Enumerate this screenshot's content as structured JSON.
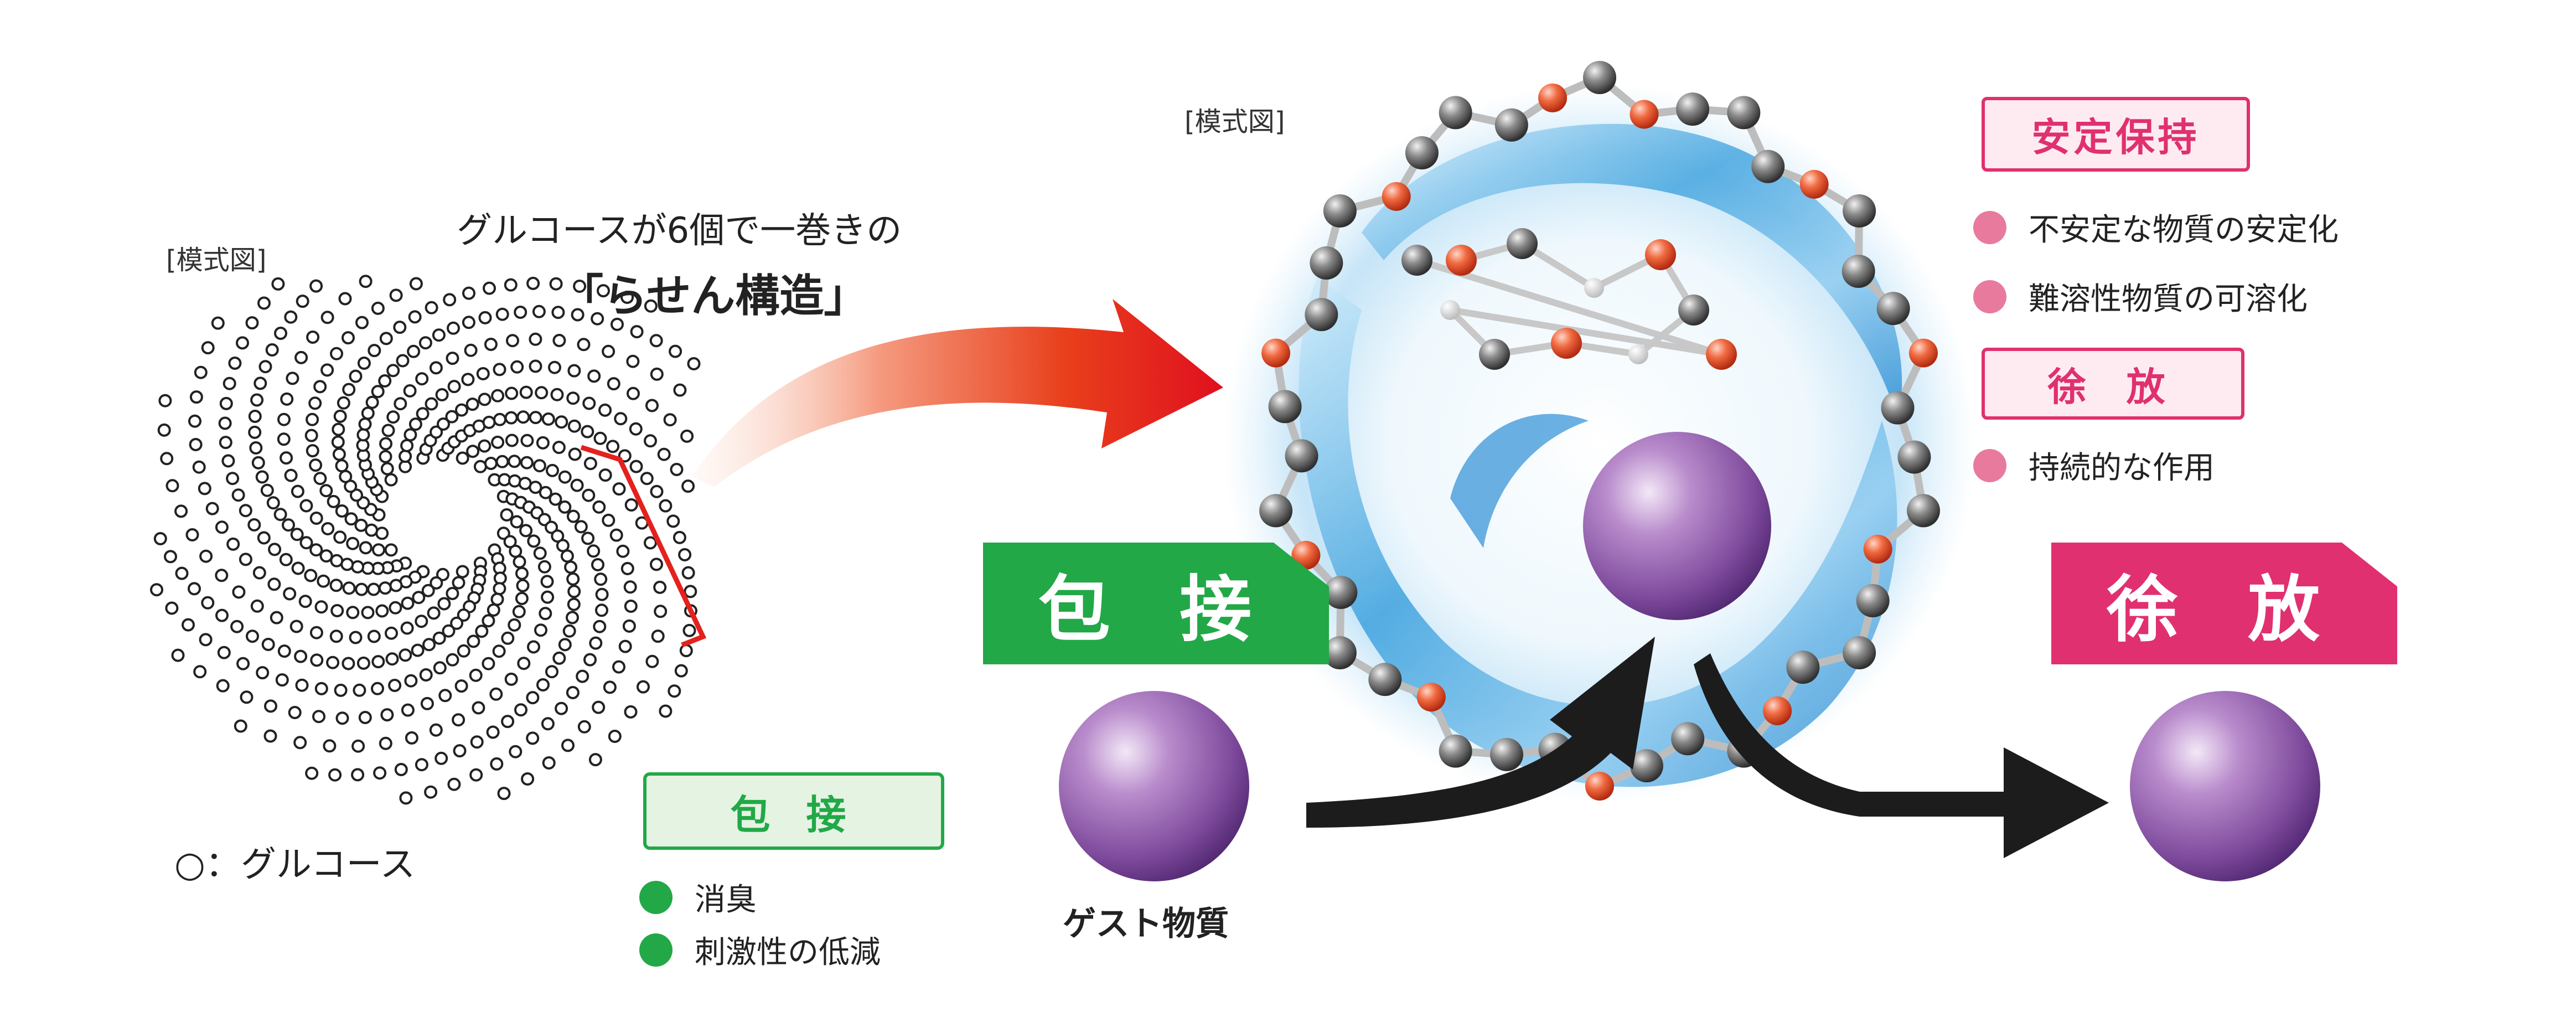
{
  "left": {
    "schematic_label": "[模式図]",
    "caption_line1": "グルコースが6個で一巻きの",
    "caption_line2": "「らせん構造」",
    "legend": "○：グルコース"
  },
  "inclusion_box": {
    "title": "包 接",
    "items": [
      "消臭",
      "刺激性の低減"
    ],
    "color": "#22a847"
  },
  "center": {
    "schematic_label": "[模式図]",
    "banner_label": "包 接",
    "banner_color": "#22a847",
    "guest_label": "ゲスト物質"
  },
  "right_panel": {
    "stability_title": "安定保持",
    "stability_items": [
      "不安定な物質の安定化",
      "難溶性物質の可溶化"
    ],
    "release_title": "徐 放",
    "release_items": [
      "持続的な作用"
    ],
    "accent_color": "#e0306f",
    "dot_color": "#e87a9d"
  },
  "release_banner": {
    "label": "徐 放",
    "color": "#e0306f"
  }
}
